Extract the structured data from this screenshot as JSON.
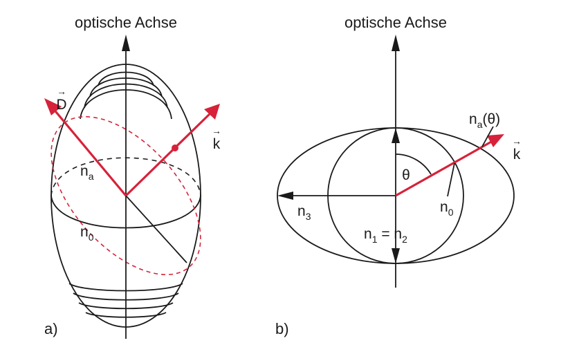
{
  "panel_a": {
    "axis_label": "optische Achse",
    "vector_D": "D",
    "vector_k": "k",
    "arrow_symbol": "→",
    "n_a": {
      "base": "n",
      "sub": "a"
    },
    "n_0": {
      "base": "n",
      "sub": "0"
    },
    "panel_label": "a)"
  },
  "panel_b": {
    "axis_label": "optische Achse",
    "vector_k": "k",
    "arrow_symbol": "→",
    "theta": "θ",
    "n_a_theta": {
      "base": "n",
      "sub": "a",
      "suffix": "(θ)"
    },
    "n_0": {
      "base": "n",
      "sub": "0"
    },
    "n_3": {
      "base": "n",
      "sub": "3"
    },
    "n_1": {
      "base": "n",
      "sub": "1"
    },
    "equals": " = ",
    "n_2": {
      "base": "n",
      "sub": "2"
    },
    "panel_label": "b)"
  },
  "colors": {
    "line": "#1a1a1a",
    "accent": "#d6223a"
  }
}
